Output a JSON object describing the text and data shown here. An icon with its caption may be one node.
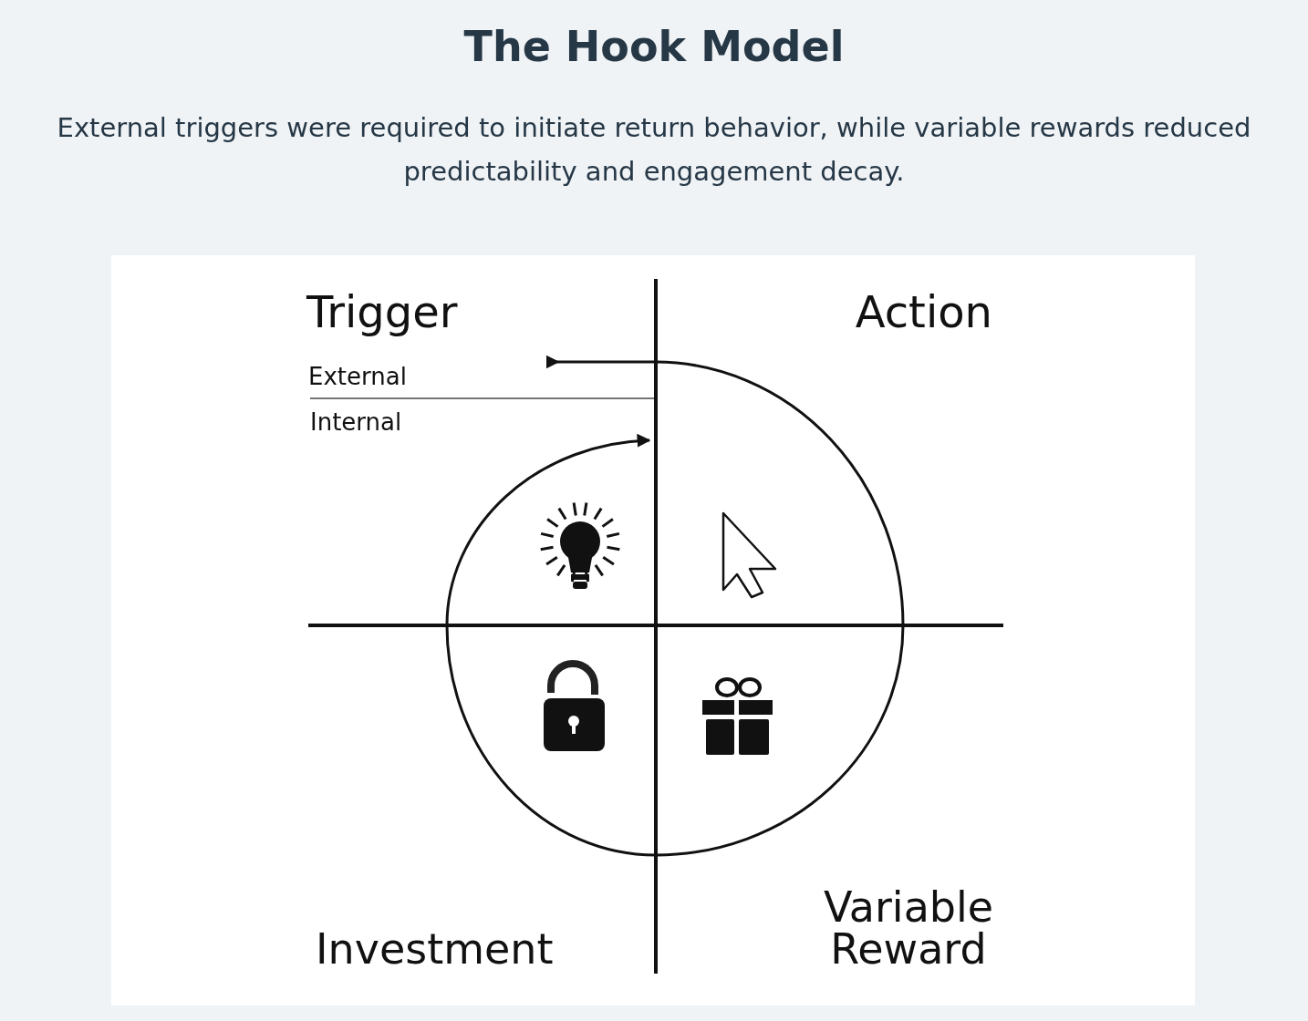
{
  "diagram": {
    "title": "The Hook Model",
    "caption": "External triggers were required to initiate return behavior, while variable rewards reduced predictability and engagement decay.",
    "labels": [
      "Trigger",
      "Action",
      "External",
      "Internal",
      "Variable Reward",
      "Investment"
    ]
  }
}
